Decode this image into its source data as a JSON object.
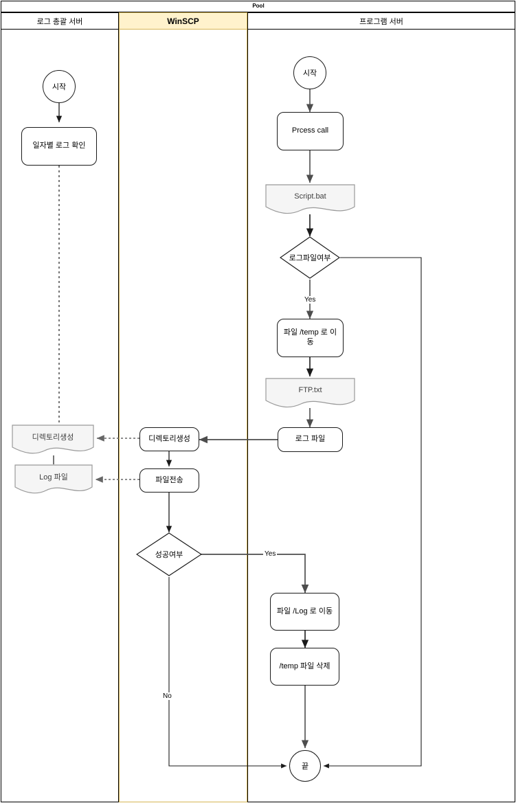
{
  "pool": {
    "title": "Pool"
  },
  "lanes": [
    {
      "id": "lane-log-server",
      "label": "로그 총괄 서버",
      "accent": false
    },
    {
      "id": "lane-winscp",
      "label": "WinSCP",
      "accent": true
    },
    {
      "id": "lane-program-server",
      "label": "프로그램 서버",
      "accent": false
    }
  ],
  "colors": {
    "accent_fill": "#FFF2CC",
    "accent_stroke": "#D6B656",
    "node_stroke": "#1A1A1A",
    "doc_fill": "#F5F5F5",
    "doc_stroke": "#999999",
    "edge_stroke": "#4D4D4D",
    "background": "#FFFFFF"
  },
  "nodes": {
    "left_start": {
      "label": "시작",
      "type": "circle"
    },
    "left_check_log": {
      "label": "일자별 로그 확인",
      "type": "rounded"
    },
    "left_doc_dir": {
      "label": "디렉토리생성",
      "type": "document"
    },
    "left_doc_log": {
      "label": "Log 파일",
      "type": "document"
    },
    "mid_make_dir": {
      "label": "디렉토리생성",
      "type": "rounded"
    },
    "mid_file_send": {
      "label": "파일전송",
      "type": "rounded"
    },
    "mid_success": {
      "label": "성공여부",
      "type": "decision"
    },
    "right_start": {
      "label": "시작",
      "type": "circle"
    },
    "right_process": {
      "label": "Prcess call",
      "type": "rounded"
    },
    "right_script": {
      "label": "Script.bat",
      "type": "document"
    },
    "right_has_log": {
      "label": "로그파일여부",
      "type": "decision"
    },
    "right_move_temp": {
      "label": "파일 /temp 로 이동",
      "type": "rounded"
    },
    "right_ftp": {
      "label": "FTP.txt",
      "type": "document"
    },
    "right_log_file": {
      "label": "로그 파일",
      "type": "rounded"
    },
    "right_move_log": {
      "label": "파일 /Log 로 이동",
      "type": "rounded"
    },
    "right_del_temp": {
      "label": "/temp 파일 삭제",
      "type": "rounded"
    },
    "right_end": {
      "label": "끝",
      "type": "circle"
    }
  },
  "edge_labels": {
    "has_log_yes": "Yes",
    "success_yes": "Yes",
    "success_no": "No"
  }
}
